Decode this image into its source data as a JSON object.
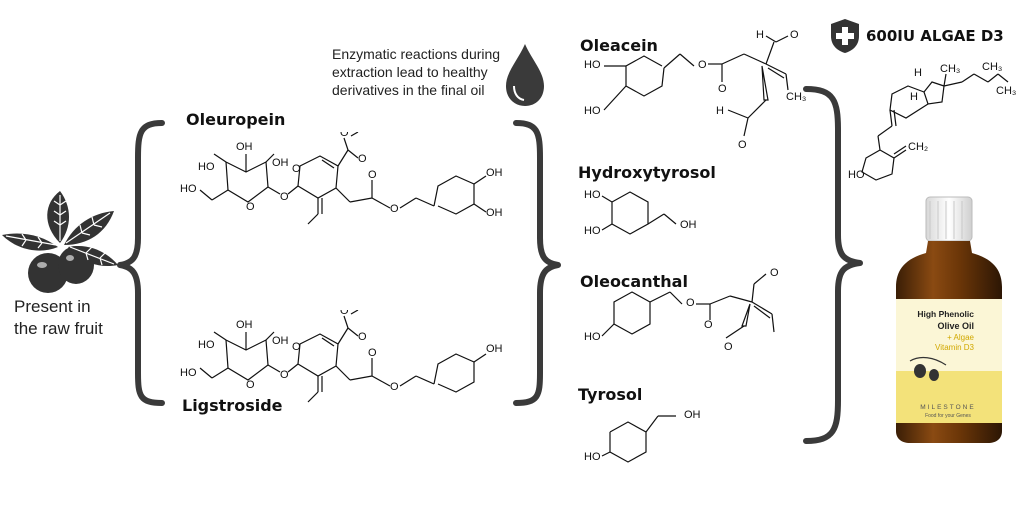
{
  "raw_fruit": {
    "line1": "Present in",
    "line2": "the raw fruit"
  },
  "note": {
    "line1": "Enzymatic reactions during",
    "line2": "extraction lead to healthy",
    "line3": "derivatives in the final oil"
  },
  "precursors": [
    {
      "name": "Oleuropein"
    },
    {
      "name": "Ligstroside"
    }
  ],
  "derivatives": [
    {
      "name": "Oleacein"
    },
    {
      "name": "Hydroxytyrosol"
    },
    {
      "name": "Oleocanthal"
    },
    {
      "name": "Tyrosol"
    }
  ],
  "badge": {
    "text": "600IU ALGAE D3"
  },
  "bottle": {
    "line1": "High Phenolic",
    "line2": "Olive Oil",
    "line3": "+ Algae",
    "line4": "Vitamin D3",
    "brand": "MILESTONE",
    "tagline": "Food for your Genes"
  },
  "atoms": {
    "HO": "HO",
    "OH": "OH",
    "O": "O",
    "H": "H",
    "CH2": "CH₂",
    "CH3": "CH₃"
  }
}
